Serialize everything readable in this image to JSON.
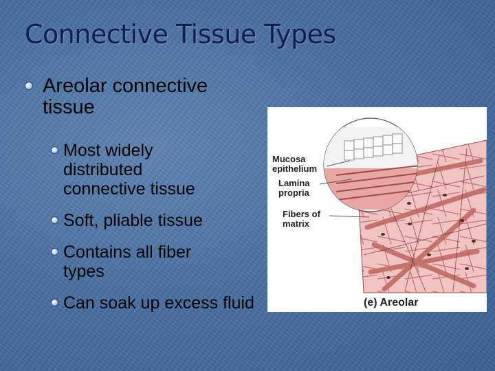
{
  "slide": {
    "title": "Connective Tissue Types",
    "bullets": [
      {
        "text": "Areolar connective tissue",
        "sub": [
          "Most widely distributed connective tissue",
          "Soft, pliable tissue",
          "Contains all fiber types",
          "Can soak up excess fluid"
        ]
      }
    ]
  },
  "figure": {
    "labels": {
      "mucosa": [
        "Mucosa",
        "epithelium"
      ],
      "lamina": [
        "Lamina",
        "propria"
      ],
      "fibers": [
        "Fibers of",
        "matrix"
      ]
    },
    "caption": "(e) Areolar"
  },
  "colors": {
    "title": "#0e1f4f",
    "background": "#4a72a3",
    "tissue": "#f0c4c2",
    "fiber": "#b85a55"
  }
}
